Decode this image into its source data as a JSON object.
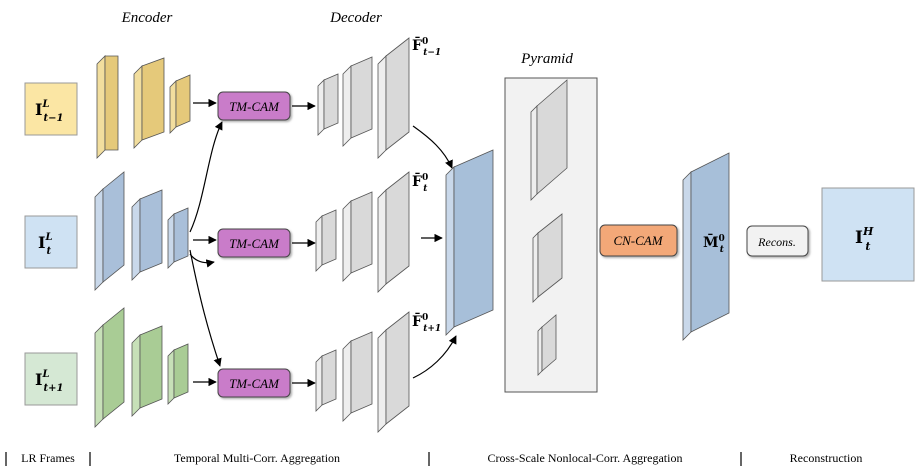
{
  "headers": {
    "encoder": "Encoder",
    "decoder": "Decoder",
    "pyramid": "Pyramid"
  },
  "inputs": {
    "prev": {
      "base": "I",
      "sup": "L",
      "sub": "t−1"
    },
    "curr": {
      "base": "I",
      "sup": "L",
      "sub": "t"
    },
    "next": {
      "base": "I",
      "sup": "L",
      "sub": "t+1"
    }
  },
  "modules": {
    "tmcam": "TM-CAM",
    "cncam": "CN-CAM",
    "recons": "Recons."
  },
  "features": {
    "f_prev": {
      "base": "F̄",
      "sup": "0",
      "sub": "t−1"
    },
    "f_curr": {
      "base": "F̄",
      "sup": "0",
      "sub": "t"
    },
    "f_next": {
      "base": "F̄",
      "sup": "0",
      "sub": "t+1"
    },
    "m": {
      "base": "M̄",
      "sup": "0",
      "sub": "t"
    }
  },
  "output": {
    "base": "I",
    "sup": "H",
    "sub": "t"
  },
  "stages": {
    "lr": "LR Frames",
    "tmca": "Temporal Multi-Corr. Aggregation",
    "csnca": "Cross-Scale Nonlocal-Corr. Aggregation",
    "recon": "Reconstruction"
  },
  "colors": {
    "yellow_frame": "#FBE6A4",
    "blue_frame": "#CFE2F3",
    "green_frame": "#D5E8D4",
    "encoder_yellow": "#E5C97A",
    "encoder_blue": "#A9BFD9",
    "encoder_green": "#A9CC95",
    "decoder_gray": "#D9D9D9",
    "tmcam": "#C97CC9",
    "cncam": "#F3A878",
    "fused_blue": "#A7BFD9"
  }
}
